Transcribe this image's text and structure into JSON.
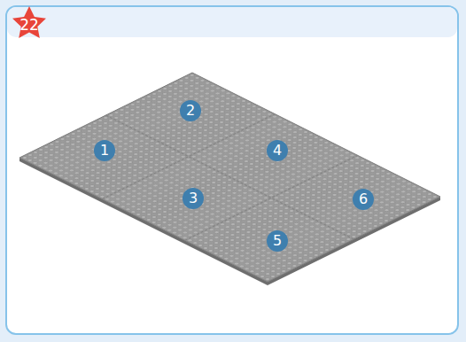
{
  "diagram": {
    "labels": [
      "22",
      "1",
      "2",
      "3",
      "4",
      "5",
      "6"
    ]
  }
}
